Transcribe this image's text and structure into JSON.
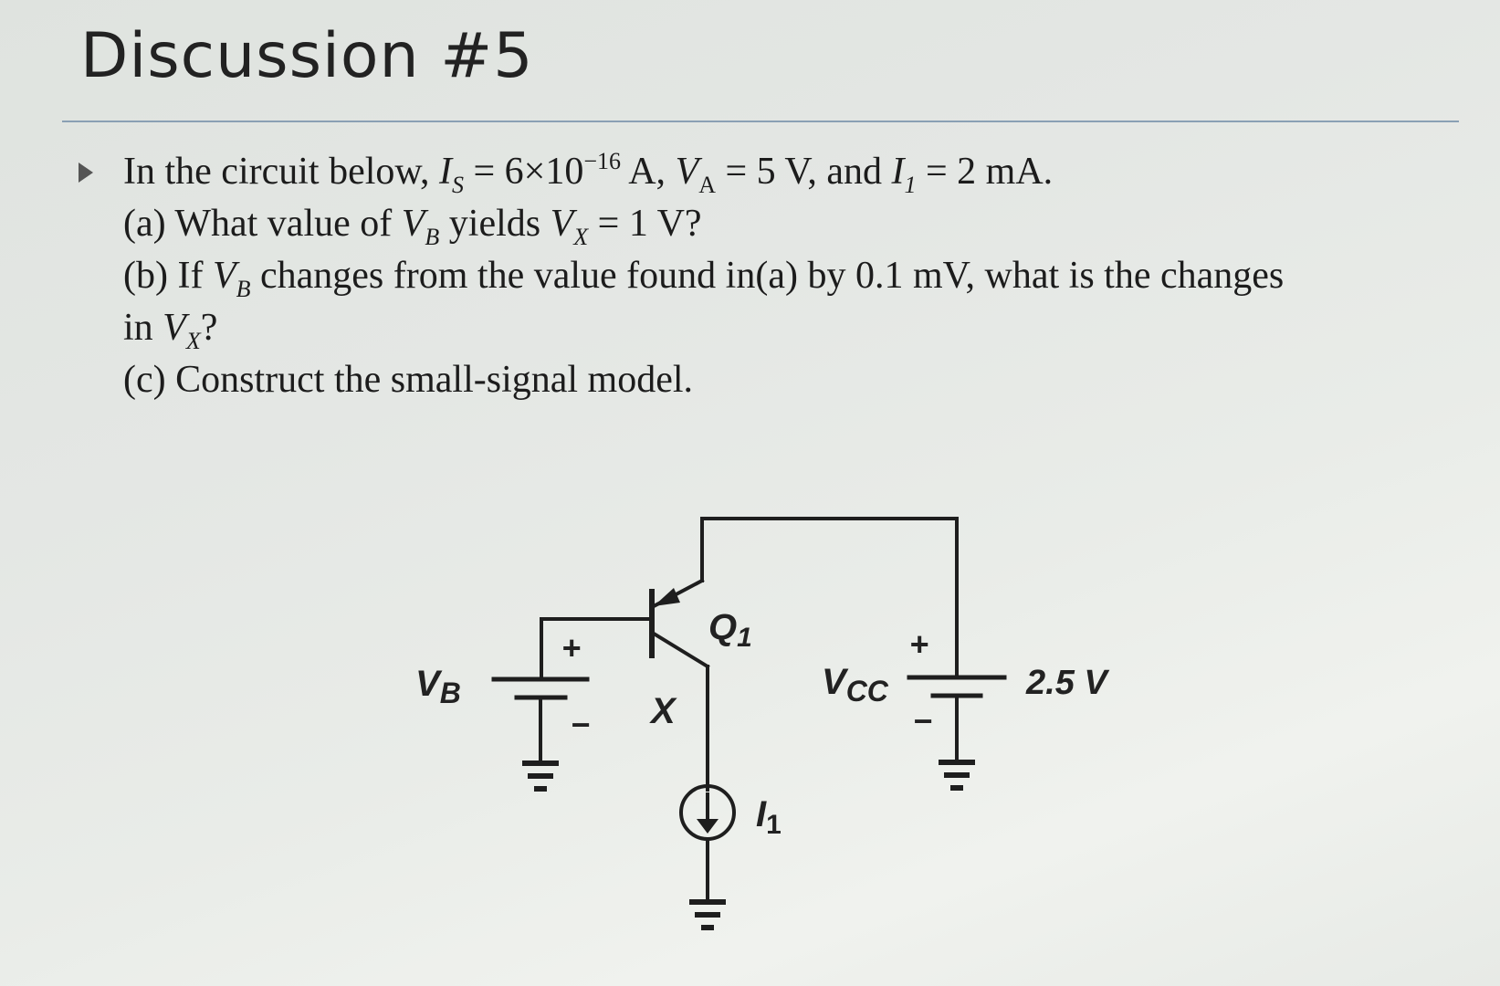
{
  "slide": {
    "title": "Discussion #5"
  },
  "problem": {
    "l1_a": "In the circuit below, ",
    "l1_is": "I",
    "l1_is_sub": "S",
    "l1_b": " = 6×10",
    "l1_exp": "−16",
    "l1_c": " A, ",
    "l1_va": "V",
    "l1_va_sub": "A",
    "l1_d": " = 5 V, and ",
    "l1_i1": "I",
    "l1_i1_sub": "1",
    "l1_e": " = 2 mA.",
    "a_a": "(a) What value of ",
    "a_vb": "V",
    "a_vb_sub": "B",
    "a_b": " yields ",
    "a_vx": "V",
    "a_vx_sub": "X",
    "a_c": " = 1 V?",
    "b_a": "(b) If ",
    "b_vb": "V",
    "b_vb_sub": "B",
    "b_b": " changes from the value found in(a) by 0.1 mV, what is the changes",
    "b2_a": "in ",
    "b2_vx": "V",
    "b2_vx_sub": "X",
    "b2_b": "?",
    "c": "(c) Construct the small-signal model."
  },
  "circuit": {
    "vb_main": "V",
    "vb_sub": "B",
    "x_label": "X",
    "q_main": "Q",
    "q_sub": "1",
    "vcc_main": "V",
    "vcc_sub": "CC",
    "vcc_value": "2.5 V",
    "i_main": "I",
    "i_sub": "1",
    "plus": "+",
    "minus": "−"
  }
}
